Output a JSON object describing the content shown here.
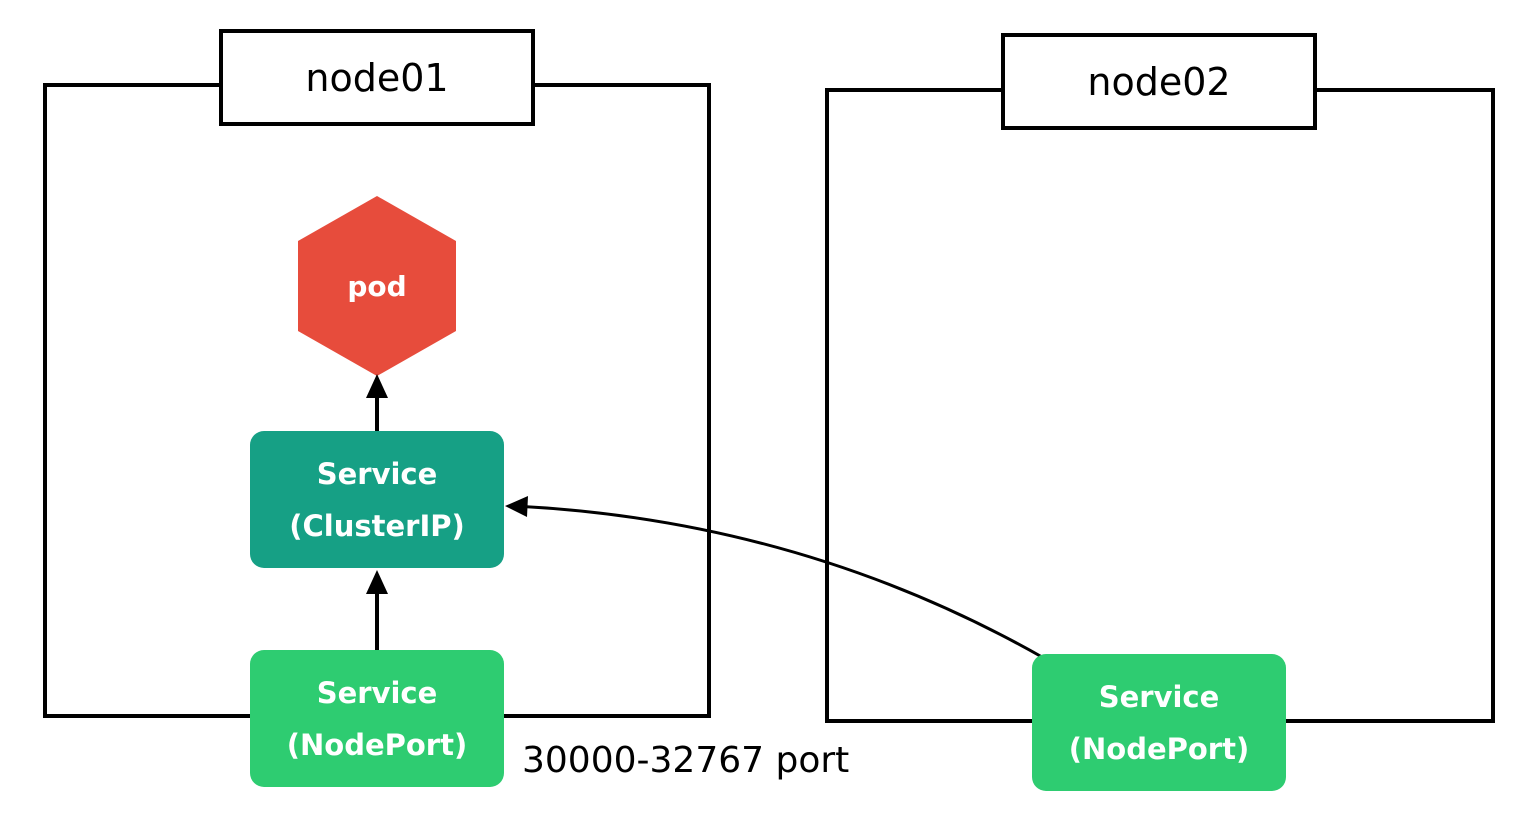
{
  "colors": {
    "pod": "#E74C3C",
    "clusterip_service": "#16A085",
    "nodeport_service": "#2ECC71",
    "outline": "#000000",
    "service_text": "#FFFFFF"
  },
  "node01": {
    "label": "node01",
    "pod": {
      "label": "pod",
      "icon": "hexagon-icon"
    },
    "clusterip_service": {
      "line1": "Service",
      "line2": "(ClusterIP)"
    },
    "nodeport_service": {
      "line1": "Service",
      "line2": "(NodePort)"
    }
  },
  "node02": {
    "label": "node02",
    "nodeport_service": {
      "line1": "Service",
      "line2": "(NodePort)"
    }
  },
  "port_range_label": "30000-32767 port"
}
